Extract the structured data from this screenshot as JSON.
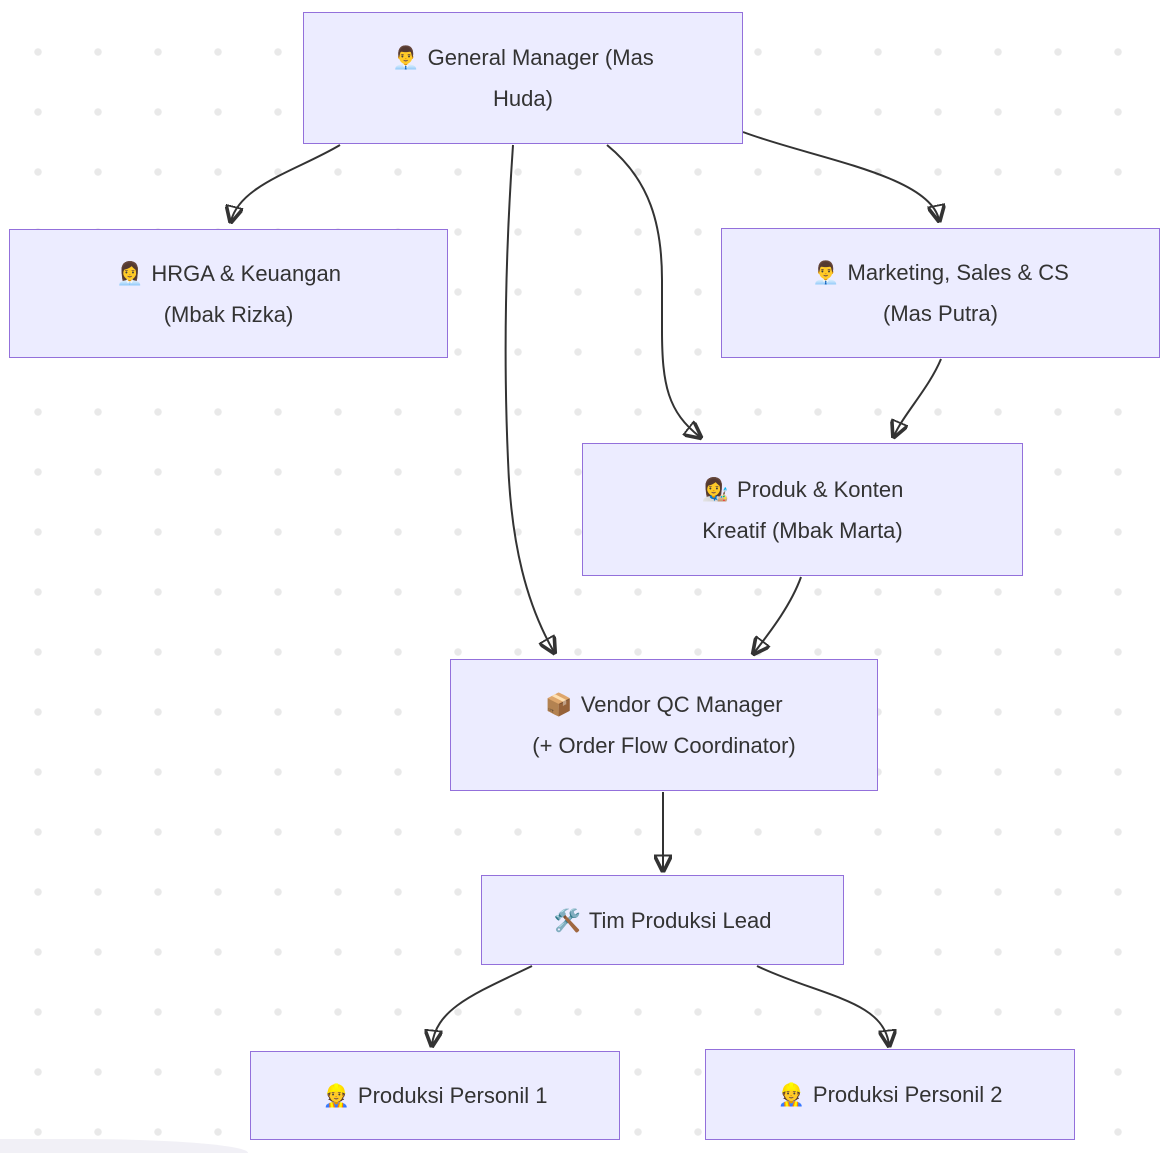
{
  "diagram": {
    "type": "flowchart-org-chart",
    "direction": "top-down",
    "colors": {
      "node_fill": "#ECECFF",
      "node_border": "#9370DB",
      "edge_line": "#333333",
      "text": "#333333",
      "background_dot": "#e9e9e9",
      "background": "#ffffff"
    },
    "nodes": {
      "gm": {
        "icon": "man-office-worker",
        "icon_char": "👨‍💼",
        "label": "General Manager (Mas Huda)",
        "line1": "General Manager (Mas",
        "line2": "Huda)"
      },
      "hrga": {
        "icon": "woman-office-worker",
        "icon_char": "👩‍💼",
        "label": "HRGA & Keuangan (Mbak Rizka)",
        "line1": "HRGA & Keuangan",
        "line2": "(Mbak Rizka)"
      },
      "mkt": {
        "icon": "man-office-worker",
        "icon_char": "👨‍💼",
        "label": "Marketing, Sales & CS (Mas Putra)",
        "line1": "Marketing, Sales & CS",
        "line2": "(Mas Putra)"
      },
      "produk": {
        "icon": "woman-artist",
        "icon_char": "👩‍🎨",
        "label": "Produk & Konten Kreatif (Mbak Marta)",
        "line1": "Produk & Konten",
        "line2": "Kreatif (Mbak Marta)"
      },
      "vendor": {
        "icon": "package",
        "icon_char": "📦",
        "label": "Vendor QC Manager (+ Order Flow Coordinator)",
        "line1": "Vendor QC Manager",
        "line2": "(+ Order Flow Coordinator)"
      },
      "tim": {
        "icon": "hammer-and-wrench",
        "icon_char": "🛠️",
        "label": "Tim Produksi Lead",
        "line1": "Tim Produksi Lead"
      },
      "p1": {
        "icon": "construction-worker",
        "icon_char": "👷",
        "label": "Produksi Personil 1",
        "line1": "Produksi Personil 1"
      },
      "p2": {
        "icon": "construction-worker",
        "icon_char": "👷",
        "label": "Produksi Personil 2",
        "line1": "Produksi Personil 2"
      }
    },
    "edges": [
      {
        "from": "General Manager (Mas Huda)",
        "to": "HRGA & Keuangan (Mbak Rizka)"
      },
      {
        "from": "General Manager (Mas Huda)",
        "to": "Marketing, Sales & CS (Mas Putra)"
      },
      {
        "from": "General Manager (Mas Huda)",
        "to": "Produk & Konten Kreatif (Mbak Marta)"
      },
      {
        "from": "General Manager (Mas Huda)",
        "to": "Vendor QC Manager (+ Order Flow Coordinator)"
      },
      {
        "from": "Marketing, Sales & CS (Mas Putra)",
        "to": "Produk & Konten Kreatif (Mbak Marta)"
      },
      {
        "from": "Produk & Konten Kreatif (Mbak Marta)",
        "to": "Vendor QC Manager (+ Order Flow Coordinator)"
      },
      {
        "from": "Vendor QC Manager (+ Order Flow Coordinator)",
        "to": "Tim Produksi Lead"
      },
      {
        "from": "Tim Produksi Lead",
        "to": "Produksi Personil 1"
      },
      {
        "from": "Tim Produksi Lead",
        "to": "Produksi Personil 2"
      }
    ]
  }
}
